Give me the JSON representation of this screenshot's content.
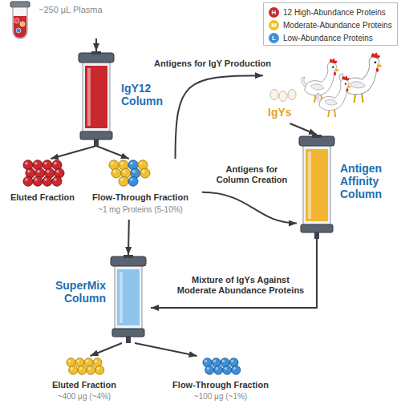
{
  "diagram": {
    "nodes": [
      {
        "text": [
          "~250 µL Plasma"
        ]
      },
      {
        "text": [
          "IgY12 Column"
        ]
      },
      {
        "text": [
          "Eluted Fraction"
        ]
      },
      {
        "text": [
          "Flow-Through Fraction",
          "~1 mg Proteins (5-10%)"
        ]
      },
      {
        "text": [
          "IgYs"
        ]
      },
      {
        "text": [
          "Antigen Affinity Column"
        ]
      },
      {
        "text": [
          "SuperMix Column"
        ]
      },
      {
        "text": [
          "Eluted Fraction",
          "~400 µg (~4%)"
        ]
      },
      {
        "text": [
          "Flow-Through Fraction",
          "~100 µg (~1%)"
        ]
      }
    ],
    "edges": [
      {
        "from": 0,
        "to": 1,
        "arrow": "to"
      },
      {
        "from": 1,
        "to": 2,
        "arrow": "to"
      },
      {
        "from": 1,
        "to": 3,
        "arrow": "to"
      },
      {
        "from": 3,
        "to": 4,
        "arrow": "to",
        "label": "Antigens for IgY Production"
      },
      {
        "from": 4,
        "to": 5,
        "arrow": "to"
      },
      {
        "from": 3,
        "to": 5,
        "arrow": "to",
        "label": "Antigens for Column Creation"
      },
      {
        "from": 3,
        "to": 6,
        "arrow": "to"
      },
      {
        "from": 5,
        "to": 6,
        "arrow": "to",
        "label": "Mixture of IgYs Against Moderate Abundance Proteins"
      },
      {
        "from": 6,
        "to": 7,
        "arrow": "to"
      },
      {
        "from": 6,
        "to": 8,
        "arrow": "to"
      }
    ],
    "labels": [
      "H",
      "M",
      "L"
    ],
    "legend": [
      {
        "text": "12 High-Abundance Proteins",
        "color": "#c8282e"
      },
      {
        "text": "Moderate-Abundance Proteins",
        "color": "#f0c030"
      },
      {
        "text": "Low-Abundance Proteins",
        "color": "#3f8fd6"
      }
    ]
  }
}
